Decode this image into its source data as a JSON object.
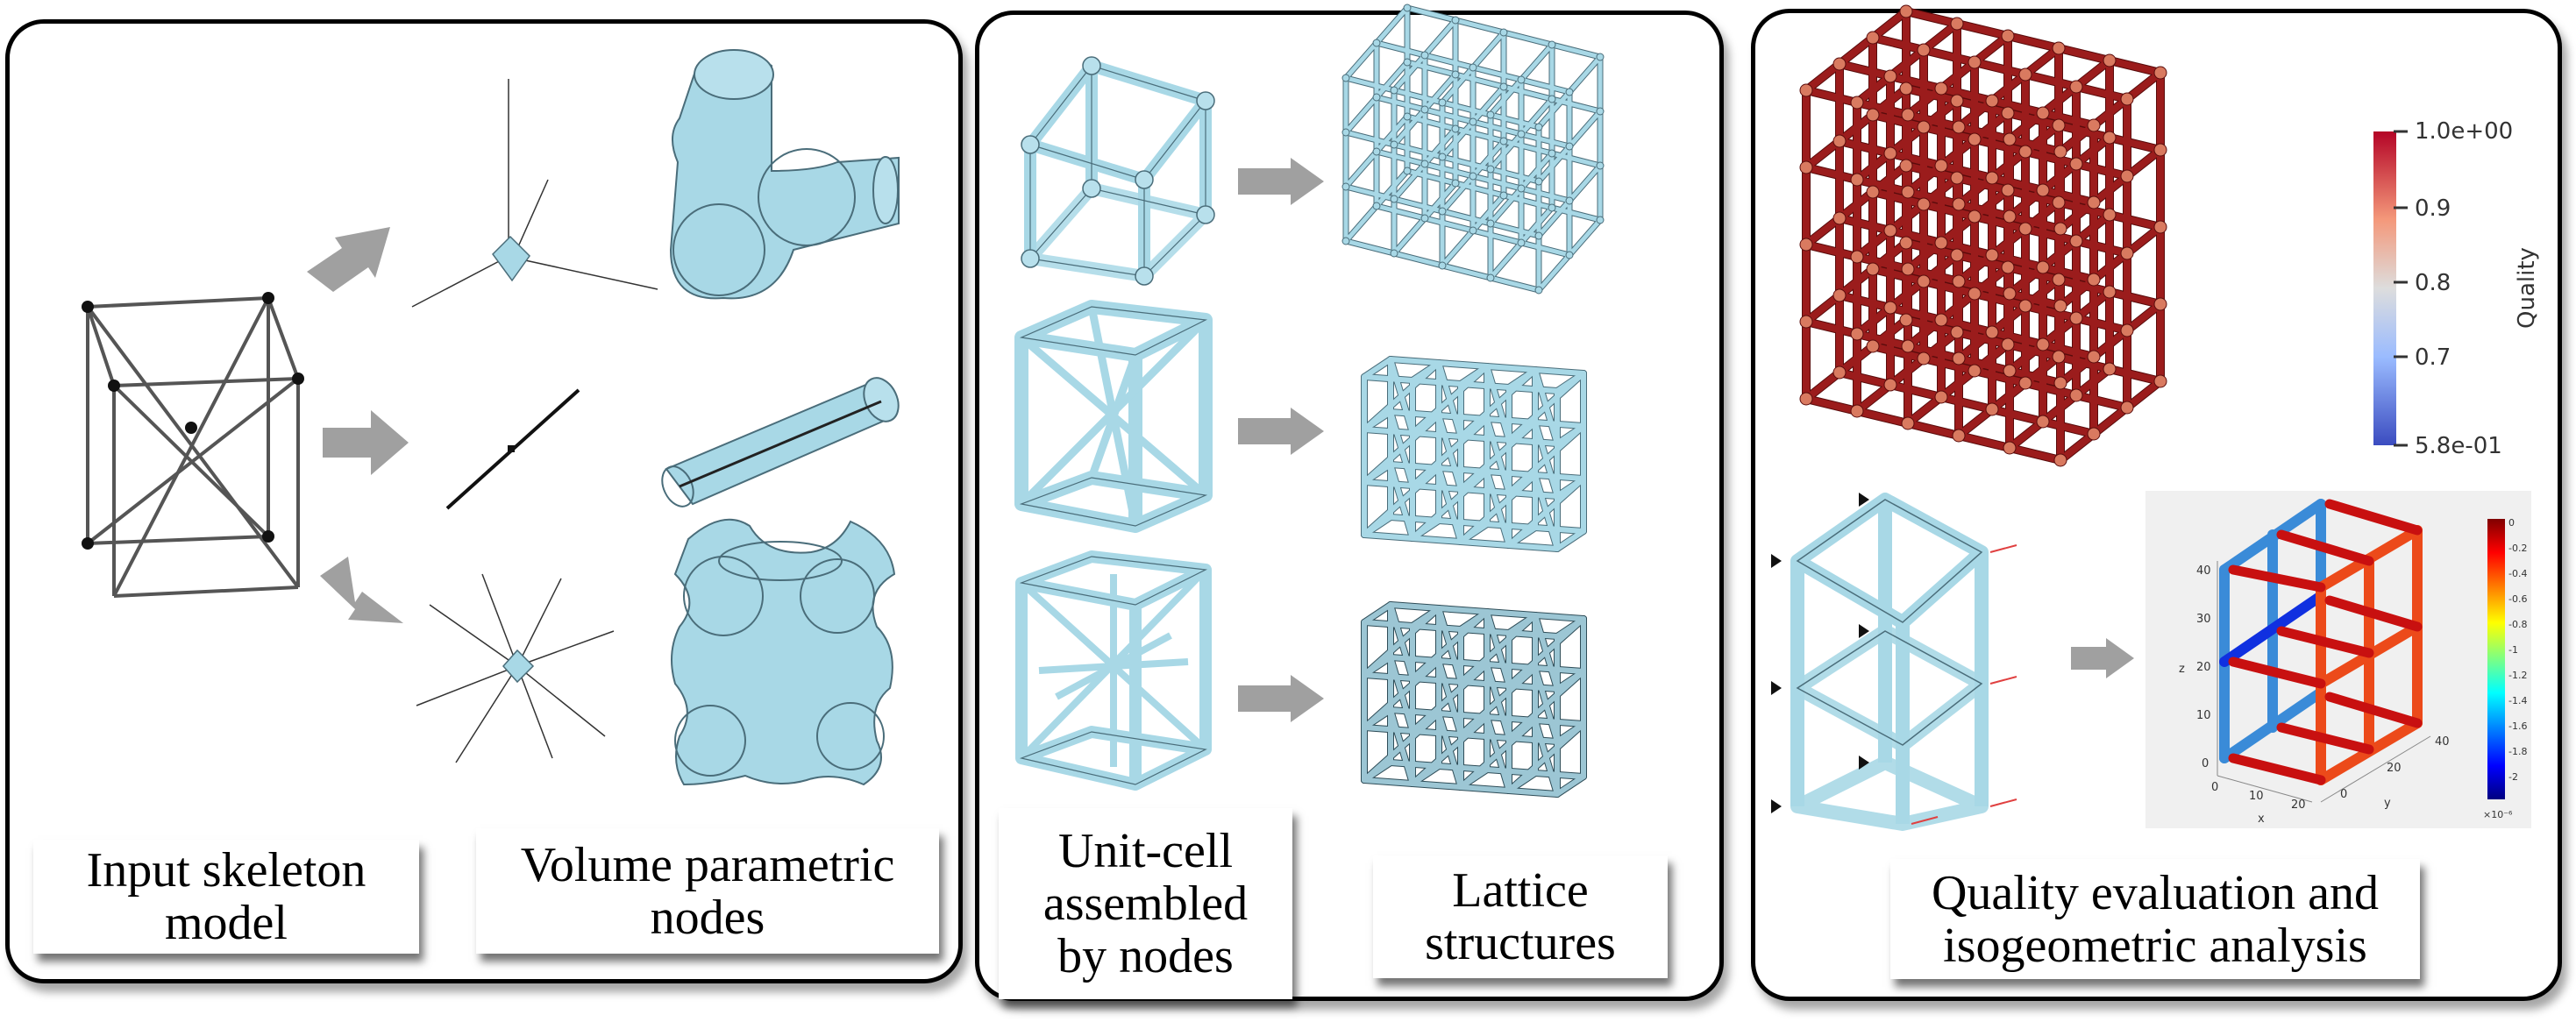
{
  "panels": [
    {
      "id": "skeleton-and-nodes",
      "captions": [
        "Input skeleton\nmodel",
        "Volume parametric\nnodes"
      ]
    },
    {
      "id": "unit-cells-and-lattices",
      "captions": [
        "Unit-cell\nassembled\nby nodes",
        "Lattice\nstructures"
      ]
    },
    {
      "id": "quality-and-iga",
      "captions": [
        "Quality evaluation and\nisogeometric analysis"
      ]
    }
  ],
  "quality_colorbar": {
    "title": "Quality",
    "ticks": [
      "1.0e+00",
      "0.9",
      "0.8",
      "0.7",
      "5.8e-01"
    ],
    "colors": [
      "#b40426",
      "#f4987a",
      "#dddddd",
      "#9abbff",
      "#3b4cc0"
    ]
  },
  "iga_plot": {
    "z_label": "z",
    "x_label": "x",
    "y_label": "y",
    "z_ticks": [
      "0",
      "10",
      "20",
      "30",
      "40"
    ],
    "x_ticks": [
      "0",
      "10",
      "20"
    ],
    "y_ticks": [
      "0",
      "20",
      "40"
    ],
    "colorbar_ticks": [
      "0",
      "-0.2",
      "-0.4",
      "-0.6",
      "-0.8",
      "-1",
      "-1.2",
      "-1.4",
      "-1.6",
      "-1.8",
      "-2"
    ],
    "colorbar_exponent": "×10⁻⁶"
  },
  "colors": {
    "strut_blue": "#a8d8e6",
    "strut_outline": "#4a6d7a",
    "lattice_red": "#9b1c1c",
    "arrow_gray": "#a0a0a0"
  }
}
